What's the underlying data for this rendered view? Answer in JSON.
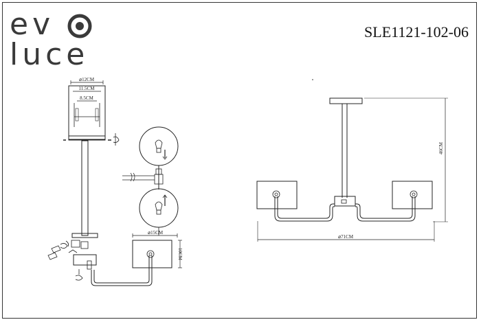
{
  "brand": {
    "line1": "ev",
    "line2": "luce"
  },
  "model_number": "SLE1121-102-06",
  "dimensions": {
    "base_diameter": "⌀12CM",
    "mount_width": "11.5CM",
    "screw_spacing": "8.5CM",
    "shade_diameter": "⌀15CM",
    "shade_height": "10CM",
    "total_height": "46CM",
    "total_width": "⌀71CM"
  }
}
